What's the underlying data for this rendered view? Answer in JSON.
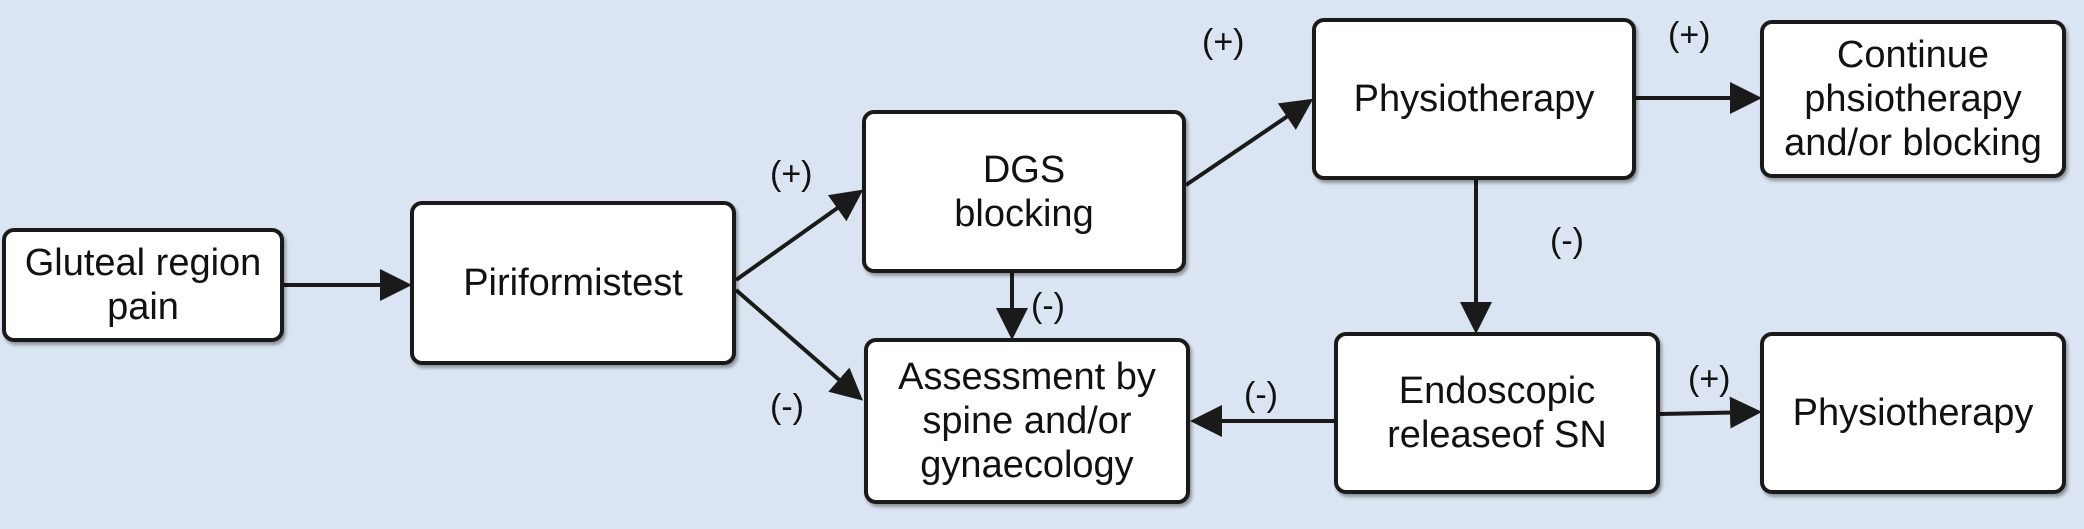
{
  "nodes": {
    "gluteal": "Gluteal region\npain",
    "piriformis": "Piriformistest",
    "dgs": "DGS\nblocking",
    "assessment": "Assessment by\nspine and/or\ngynaecology",
    "physio_top": "Physiotherapy",
    "continue": "Continue\nphsiotherapy\nand/or blocking",
    "endoscopic": "Endoscopic\nreleaseof SN",
    "physio_bottom": "Physiotherapy"
  },
  "labels": {
    "pos": "(+)",
    "neg": "(-)"
  },
  "colors": {
    "background": "#dbe4f2",
    "box_fill": "#ffffff",
    "line": "#1a1a1a"
  }
}
